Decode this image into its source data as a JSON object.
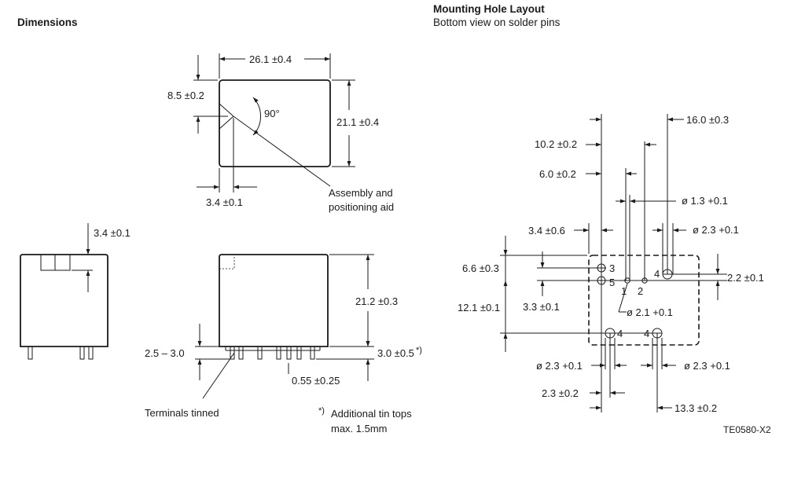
{
  "headings": {
    "dimensions": "Dimensions",
    "mounting_title": "Mounting Hole Layout",
    "mounting_sub": "Bottom view on solder pins"
  },
  "top_view": {
    "width": "26.1 ±0.4",
    "offset": "8.5 ±0.2",
    "angle": "90°",
    "height": "21.1 ±0.4",
    "aid_offset": "3.4 ±0.1",
    "callout_line1": "Assembly and",
    "callout_line2": "positioning aid"
  },
  "side_view": {
    "notch_depth": "3.4 ±0.1"
  },
  "front_view": {
    "body_height": "21.2 ±0.3",
    "standoff": "2.5 – 3.0",
    "pin_length": "3.0 ±0.5",
    "pin_length_mark": "*)",
    "pin_thickness": "0.55 ±0.25",
    "terminals": "Terminals tinned",
    "footnote_mark": "*)",
    "footnote_line1": "Additional tin tops",
    "footnote_line2": "max. 1.5mm"
  },
  "hole_layout": {
    "dim_16": "16.0 ±0.3",
    "dim_10_2": "10.2 ±0.2",
    "dim_6_0": "6.0 ±0.2",
    "dia_1_3": "ø 1.3 +0.1",
    "dim_3_4": "3.4 ±0.6",
    "dia_2_3_top": "ø 2.3 +0.1",
    "dim_6_6": "6.6 ±0.3",
    "dim_2_2": "2.2 ±0.1",
    "dim_12_1": "12.1 ±0.1",
    "dim_3_3": "3.3 ±0.1",
    "dia_2_1": "ø 2.1 +0.1",
    "dia_2_3_left": "ø 2.3 +0.1",
    "dia_2_3_right": "ø 2.3 +0.1",
    "dim_2_3": "2.3 ±0.2",
    "dim_13_3": "13.3 ±0.2",
    "pin_3": "3",
    "pin_5": "5",
    "pin_1": "1",
    "pin_2": "2",
    "pin_4a": "4",
    "pin_4b": "4",
    "pin_4c": "4"
  },
  "drawing_id": "TE0580-X2"
}
